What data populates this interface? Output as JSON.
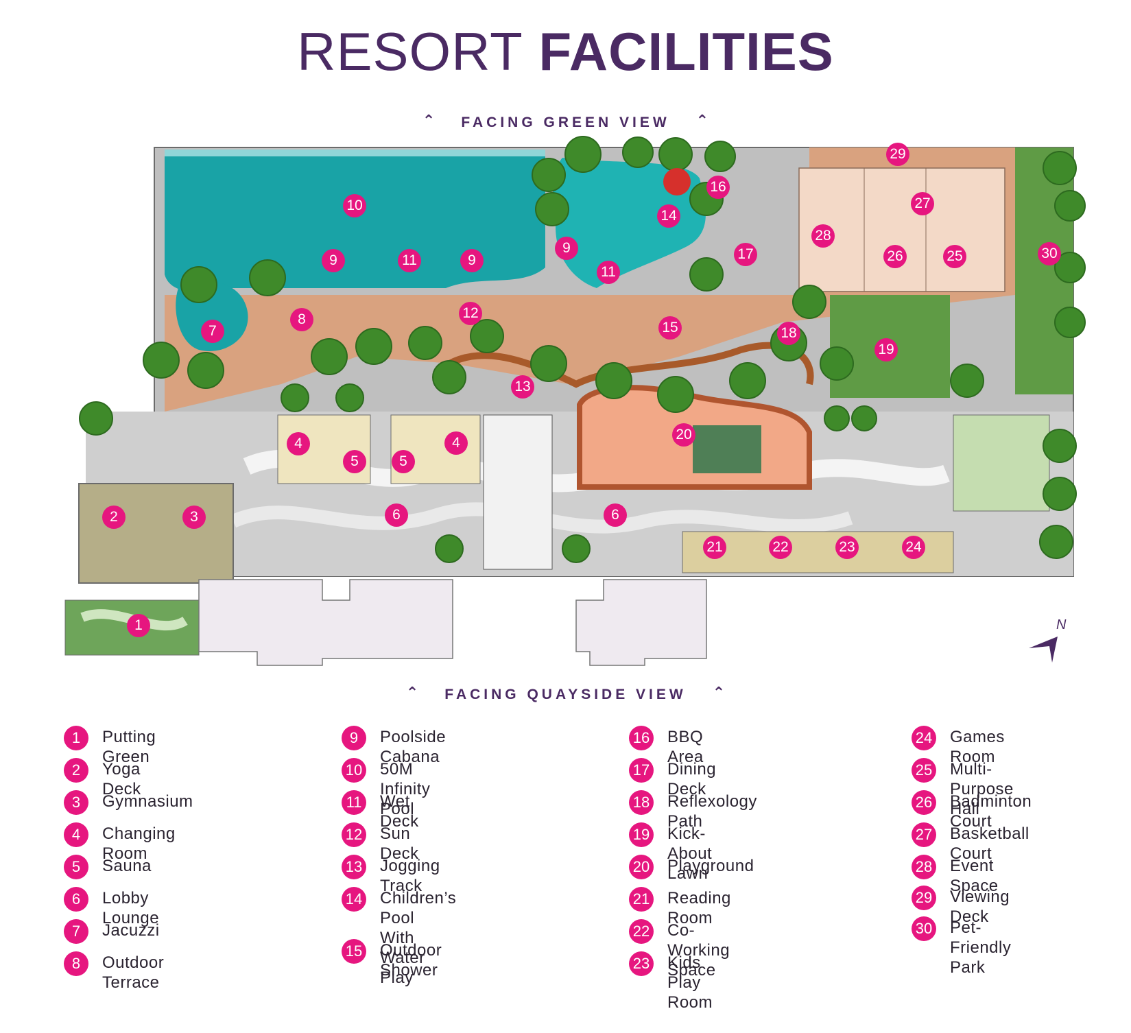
{
  "title": {
    "light": "RESORT",
    "bold": "FACILITIES"
  },
  "facing_top": "FACING GREEN VIEW",
  "facing_bottom": "FACING QUAYSIDE VIEW",
  "compass_label": "N",
  "colors": {
    "accent": "#e6167f",
    "title": "#4a2a63",
    "pool": "#19a3a6",
    "deck": "#d9a27f",
    "lawn": "#5f9b45",
    "tree": "#3f8a2a"
  },
  "map_markers": [
    "10",
    "9",
    "11",
    "9",
    "9",
    "11",
    "16",
    "14",
    "29",
    "27",
    "28",
    "26",
    "25",
    "30",
    "17",
    "7",
    "8",
    "12",
    "15",
    "18",
    "19",
    "13",
    "20",
    "4",
    "5",
    "5",
    "4",
    "2",
    "3",
    "6",
    "6",
    "21",
    "22",
    "23",
    "24",
    "1"
  ],
  "legend": [
    {
      "num": "1",
      "label": "Putting Green"
    },
    {
      "num": "2",
      "label": "Yoga Deck"
    },
    {
      "num": "3",
      "label": "Gymnasium"
    },
    {
      "num": "4",
      "label": "Changing Room"
    },
    {
      "num": "5",
      "label": "Sauna"
    },
    {
      "num": "6",
      "label": "Lobby Lounge"
    },
    {
      "num": "7",
      "label": "Jacuzzi"
    },
    {
      "num": "8",
      "label": "Outdoor Terrace"
    },
    {
      "num": "9",
      "label": "Poolside Cabana"
    },
    {
      "num": "10",
      "label": "50M Infinity Pool"
    },
    {
      "num": "11",
      "label": "Wet Deck"
    },
    {
      "num": "12",
      "label": "Sun Deck"
    },
    {
      "num": "13",
      "label": "Jogging Track"
    },
    {
      "num": "14",
      "label": "Children’s Pool\nWith Water Play"
    },
    {
      "num": "15",
      "label": "Outdoor Shower"
    },
    {
      "num": "16",
      "label": "BBQ Area"
    },
    {
      "num": "17",
      "label": "Dining Deck"
    },
    {
      "num": "18",
      "label": "Reflexology Path"
    },
    {
      "num": "19",
      "label": "Kick-About Lawn"
    },
    {
      "num": "20",
      "label": "Playground"
    },
    {
      "num": "21",
      "label": "Reading Room"
    },
    {
      "num": "22",
      "label": "Co-Working Space"
    },
    {
      "num": "23",
      "label": "Kids Play Room"
    },
    {
      "num": "24",
      "label": "Games Room"
    },
    {
      "num": "25",
      "label": "Multi-Purpose Hall"
    },
    {
      "num": "26",
      "label": "Badminton Court"
    },
    {
      "num": "27",
      "label": "Basketball Court"
    },
    {
      "num": "28",
      "label": "Event Space"
    },
    {
      "num": "29",
      "label": "Viewing Deck"
    },
    {
      "num": "30",
      "label": "Pet-Friendly Park"
    }
  ]
}
